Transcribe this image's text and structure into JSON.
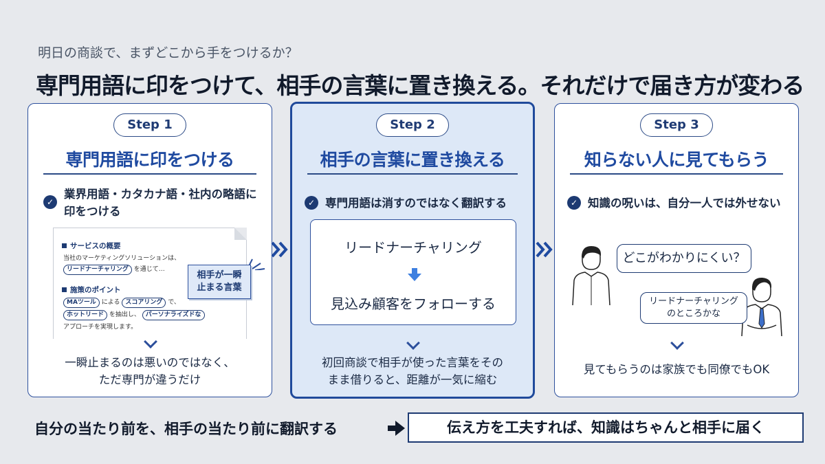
{
  "subtitle": "明日の商談で、まずどこから手をつけるか？",
  "headline": "専門用語に印をつけて、相手の言葉に置き換える。それだけで届き方が変わる",
  "steps": [
    {
      "label": "Step 1",
      "title": "専門用語に印をつける",
      "check_line1": "業界用語・カタカナ語・社内の略語に",
      "check_line2": "印をつける",
      "doc": {
        "h1": "サービスの概要",
        "t1": "当社のマーケティングソリューションは、",
        "tag_lead": "リードナーチャリング",
        "t2_tail": "を通じて…",
        "h2": "施策のポイント",
        "tag_ma": "MAツール",
        "t3_mid": "による",
        "tag_scoring": "スコアリング",
        "t3_tail": "で、",
        "tag_hot": "ホットリード",
        "t4_mid": "を抽出し、",
        "tag_personalize": "パーソナライズドな",
        "t5": "アプローチを実現します。",
        "callout_line1": "相手が一瞬",
        "callout_line2": "止まる言葉"
      },
      "bottom_line1": "一瞬止まるのは悪いのではなく、",
      "bottom_line2": "ただ専門が違うだけ"
    },
    {
      "label": "Step 2",
      "title": "相手の言葉に置き換える",
      "check_line1": "専門用語は消すのではなく翻訳する",
      "box_from": "リードナーチャリング",
      "box_to": "見込み顧客をフォローする",
      "bottom_line1": "初回商談で相手が使った言葉をその",
      "bottom_line2": "まま借りると、距離が一気に縮む"
    },
    {
      "label": "Step 3",
      "title": "知らない人に見てもらう",
      "check_line1": "知識の呪いは、自分一人では外せない",
      "bubble1": "どこがわかりにくい？",
      "bubble2_line1": "リードナーチャリング",
      "bubble2_line2": "のところかな",
      "bottom_line1": "見てもらうのは家族でも同僚でもOK"
    }
  ],
  "footer": {
    "left": "自分の当たり前を、相手の当たり前に翻訳する",
    "right": "伝え方を工夫すれば、知識はちゃんと相手に届く"
  },
  "colors": {
    "accent": "#1f4aa0",
    "navy": "#1d3a72",
    "highlight_bg": "#dde8f7",
    "page_bg": "#e7e9ed"
  },
  "icons": [
    "check-icon",
    "chevron-down-icon",
    "double-chevron-right-icon",
    "down-arrow-icon",
    "right-arrow-icon",
    "person-icon",
    "speech-bubble"
  ]
}
